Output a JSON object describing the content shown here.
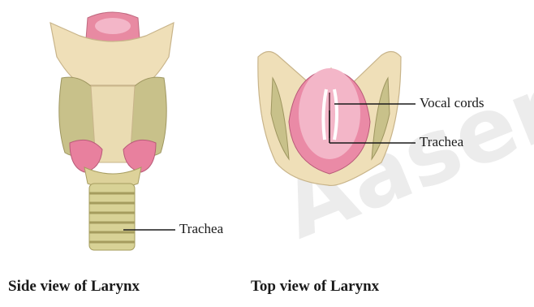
{
  "diagram": {
    "side_view": {
      "caption": "Side view of Larynx",
      "labels": {
        "trachea": "Trachea"
      }
    },
    "top_view": {
      "caption": "Top view of Larynx",
      "labels": {
        "vocal_cords": "Vocal cords",
        "trachea": "Trachea"
      }
    },
    "colors": {
      "cartilage_cream": "#efdfb8",
      "cartilage_olive": "#c8c18a",
      "tissue_pink": "#e8809e",
      "light_pink": "#f3b6c8",
      "trachea_ring": "#cfc888",
      "label_line": "#1a1a1a"
    }
  }
}
